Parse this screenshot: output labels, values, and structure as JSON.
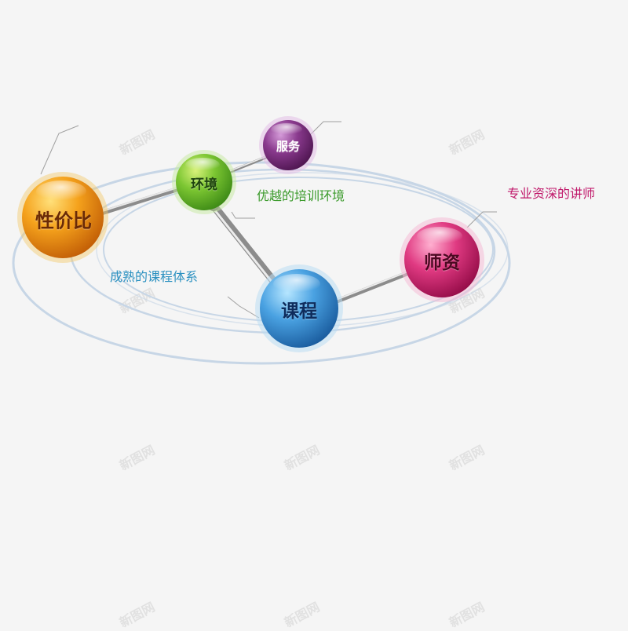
{
  "nodes": {
    "xingjiabi": "性价比",
    "huanjing": "环境",
    "fuwu": "服务",
    "kecheng": "课程",
    "shizi": "师资"
  },
  "captions": {
    "huanjing": "优越的培训环境",
    "kecheng": "成熟的课程体系",
    "shizi": "专业资深的讲师"
  },
  "colors": {
    "xingjiabi": "#f08c12",
    "huanjing": "#6cba2a",
    "fuwu": "#7a2a7c",
    "kecheng": "#3c8ed2",
    "shizi": "#d61e6e",
    "caption_huanjing": "#3a9a2a",
    "caption_kecheng": "#2a90c0",
    "caption_shizi": "#c0186a",
    "orbit": "#c7d6e6"
  },
  "watermark": "新图网"
}
